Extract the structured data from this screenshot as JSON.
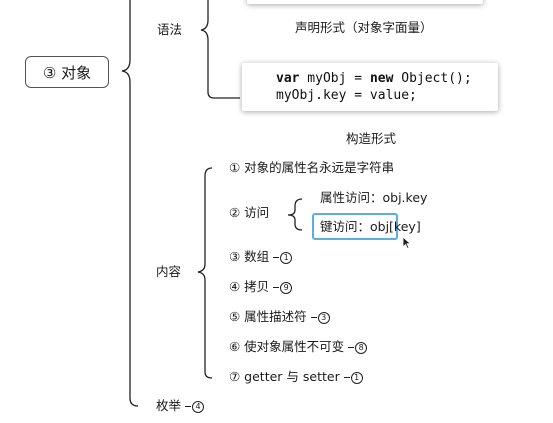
{
  "root": {
    "label": "③ 对象"
  },
  "branches": {
    "syntax": "语法",
    "content": "内容",
    "enumerate": {
      "label": "枚举",
      "badge": "4"
    }
  },
  "syntax": {
    "declarative_caption": "声明形式（对象字面量）",
    "constructor_caption": "构造形式",
    "code": {
      "line1": {
        "kw1": "var",
        "mid": " myObj = ",
        "kw2": "new",
        "rest": " Object();"
      },
      "line2": "myObj.key = value;"
    }
  },
  "content": {
    "items": [
      {
        "label": "① 对象的属性名永远是字符串",
        "badge": ""
      },
      {
        "label": "② 访问",
        "badge": ""
      },
      {
        "label": "③ 数组",
        "badge": "1"
      },
      {
        "label": "④ 拷贝",
        "badge": "9"
      },
      {
        "label": "⑤ 属性描述符",
        "badge": "3"
      },
      {
        "label": "⑥ 使对象属性不可变",
        "badge": "8"
      },
      {
        "label": "⑦ getter 与 setter",
        "badge": "1"
      }
    ],
    "access": {
      "property_access": "属性访问：obj.key",
      "key_access": "键访问：obj[key]"
    }
  }
}
